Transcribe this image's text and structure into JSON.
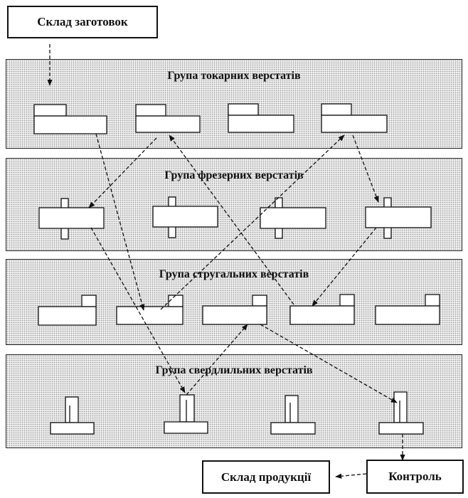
{
  "stores": {
    "blanks": "Склад заготовок",
    "products": "Склад продукції",
    "control": "Контроль"
  },
  "groups": {
    "turning": "Група токарних верстатів",
    "milling": "Група фрезерних верстатів",
    "planing": "Група стругальних верстатів",
    "drilling": "Група свердлильних верстатів"
  }
}
